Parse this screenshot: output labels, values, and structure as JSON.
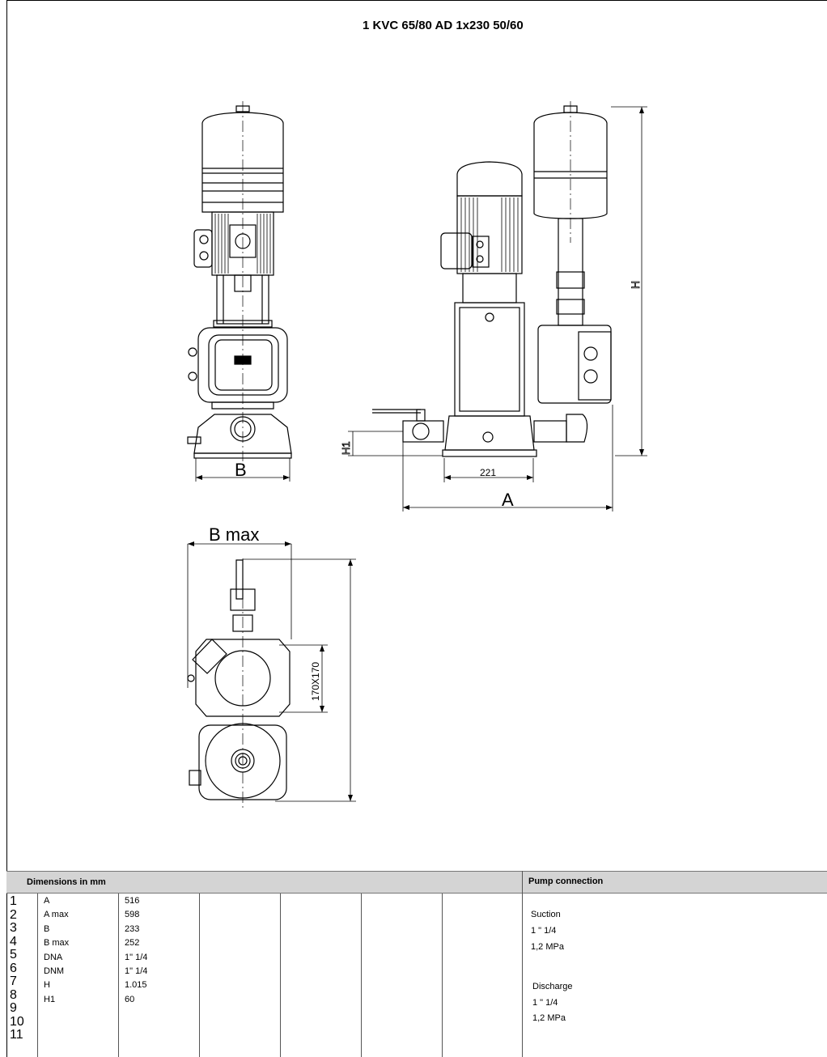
{
  "title": "1 KVC 65/80 AD 1x230 50/60",
  "drawing": {
    "labels": {
      "b": "B",
      "a": "A",
      "b_max": "B max",
      "h": "H",
      "h1": "H1",
      "dim_221": "221",
      "dim_170": "170X170"
    }
  },
  "table": {
    "dimensions_header": "Dimensions in  mm",
    "pump_connection_header": "Pump connection",
    "row_numbers": [
      "1",
      "2",
      "3",
      "4",
      "5",
      "6",
      "7",
      "8",
      "9",
      "10",
      "11"
    ],
    "rows": [
      {
        "label": "A",
        "value": "516"
      },
      {
        "label": "A max",
        "value": "598"
      },
      {
        "label": "B",
        "value": "233"
      },
      {
        "label": "B max",
        "value": "252"
      },
      {
        "label": "DNA",
        "value": "1\" 1/4"
      },
      {
        "label": "DNM",
        "value": "1\" 1/4"
      },
      {
        "label": "H",
        "value": "1.015"
      },
      {
        "label": "H1",
        "value": "60"
      }
    ],
    "pump_connection": {
      "suction_label": "Suction",
      "suction_size": "1 \" 1/4",
      "suction_pressure": "1,2 MPa",
      "discharge_label": "Discharge",
      "discharge_size": "1 \" 1/4",
      "discharge_pressure": "1,2 MPa"
    }
  }
}
